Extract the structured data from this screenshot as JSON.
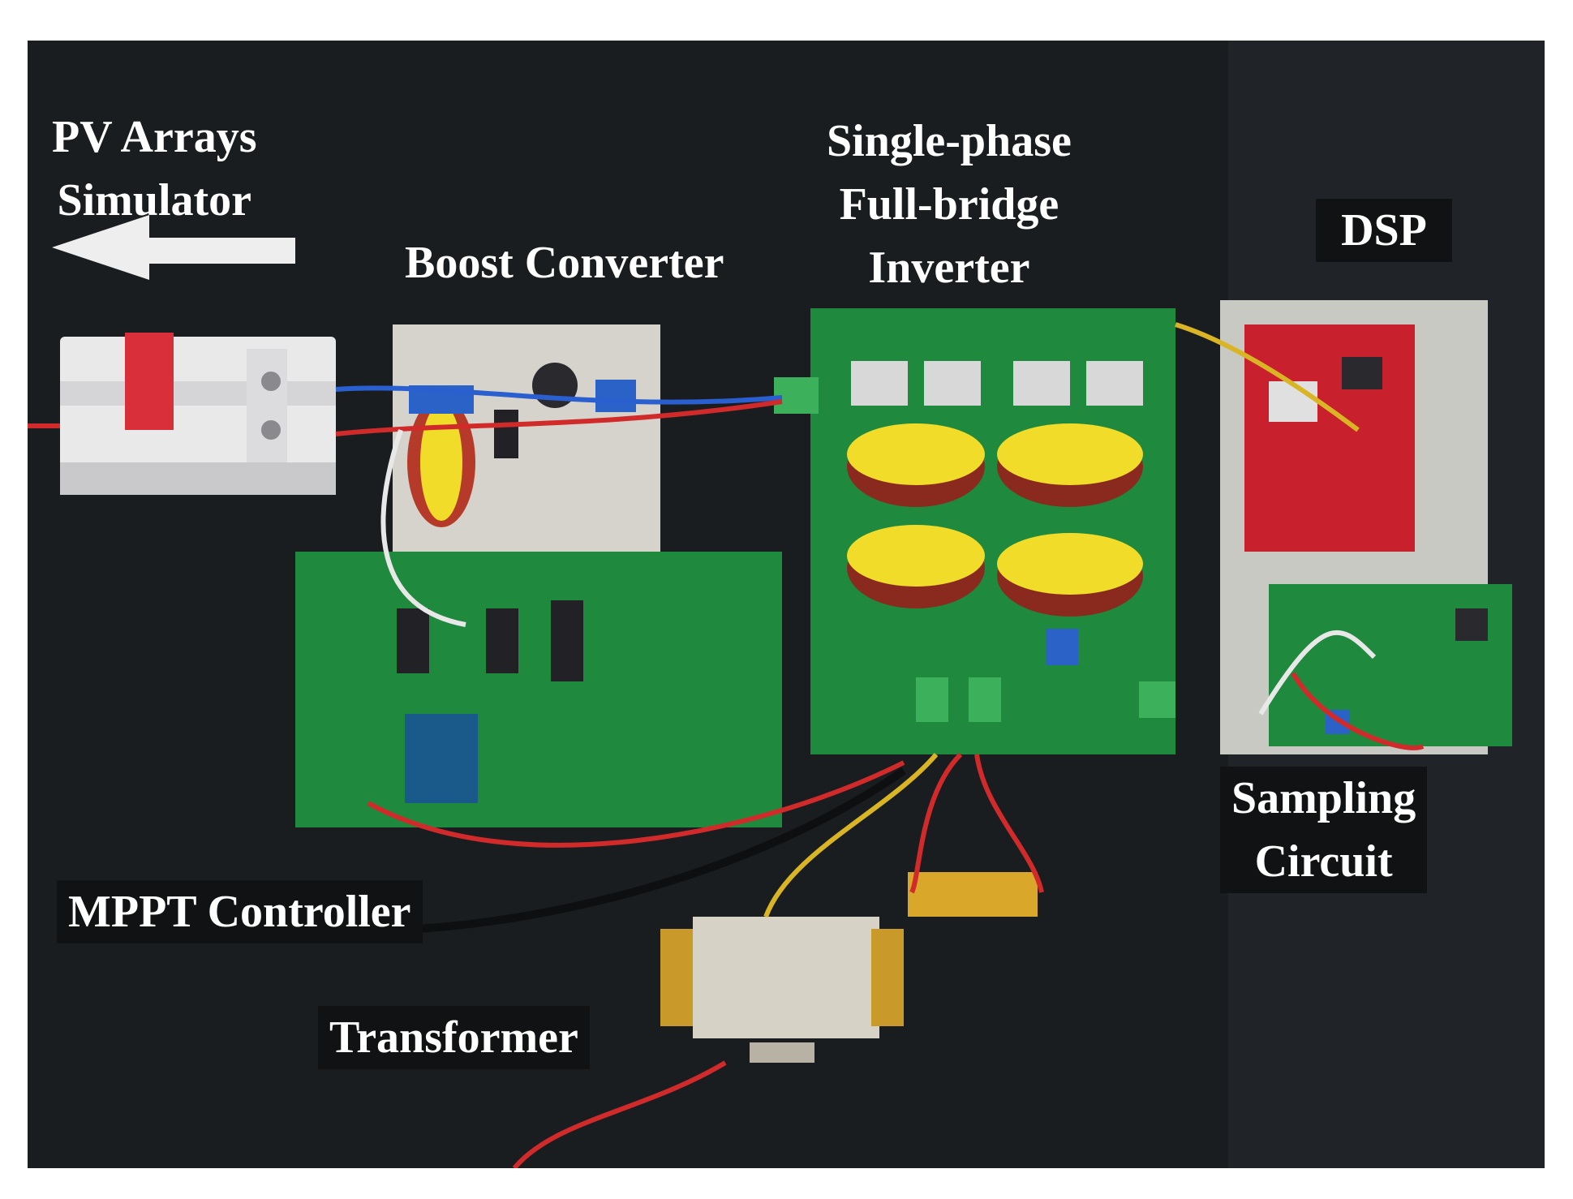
{
  "labels": {
    "pv_line1": "PV Arrays",
    "pv_line2": "Simulator",
    "boost": "Boost Converter",
    "inverter_line1": "Single-phase",
    "inverter_line2": "Full-bridge",
    "inverter_line3": "Inverter",
    "dsp": "DSP",
    "sampling_line1": "Sampling",
    "sampling_line2": "Circuit",
    "mppt": "MPPT Controller",
    "transformer": "Transformer"
  },
  "colors": {
    "background": "#1a1d20",
    "pcb_green": "#1f8a3e",
    "perfboard": "#d6d3cc",
    "inductor_yellow": "#f2dc2a",
    "dsp_red": "#c8202c",
    "wire_red": "#d02a2a",
    "wire_blue": "#2a5fd0",
    "wire_yellow": "#d9b526"
  }
}
